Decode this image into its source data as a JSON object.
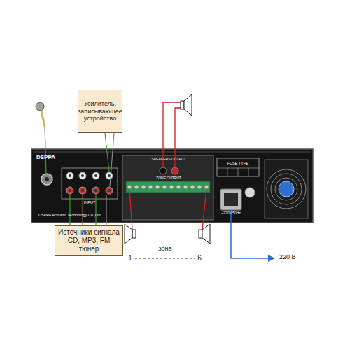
{
  "diagram": {
    "nodes": [
      {
        "text": [
          "Усилитель, записывающее устройство"
        ]
      },
      {
        "text": [
          "Источники сигнала CD, MP3, FM тюнер"
        ]
      }
    ],
    "labels": [
      "DSPPA",
      "INPUT",
      "DSPPA Acoustic Technology Co.,Ltd.",
      "SPEAKERS OUTPUT",
      "ZONE OUTPUT",
      "FUSE TYPE",
      "~220V/50Hz",
      "1",
      "зона",
      "6",
      "220 В"
    ]
  }
}
